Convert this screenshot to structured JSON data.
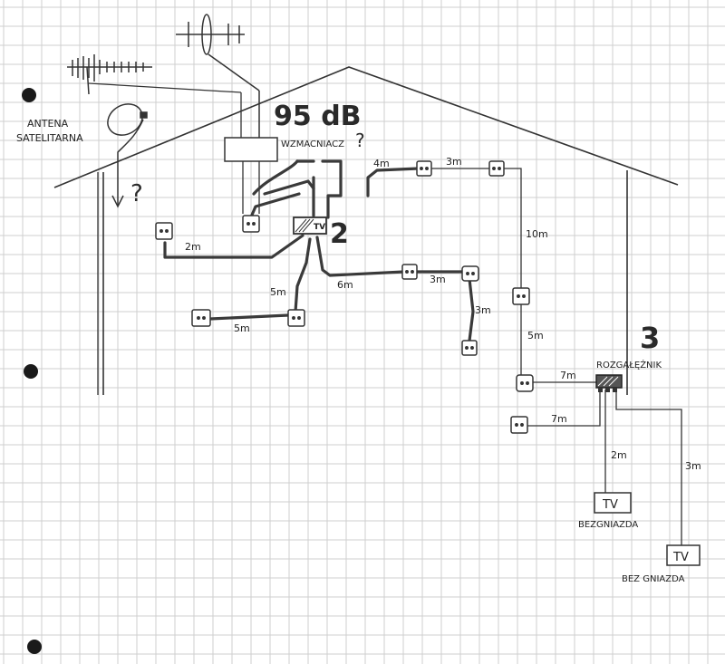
{
  "labels": {
    "antenna_line1": "ANTENA",
    "antenna_line2": "SATELITARNA",
    "question_mark": "?",
    "db_value": "95 dB",
    "amplifier": "WZMACNIACZ",
    "amplifier_question": "?",
    "splitter_number_2": "2",
    "splitter_tv": "TV",
    "number_3": "3",
    "splitter_3": "ROZGAŁĘŹNIK",
    "tv_label": "TV",
    "tv1_caption": "BEZGNIAZDA",
    "tv2_caption": "BEZ GNIAZDA"
  },
  "cable_lengths": {
    "c_4m": "4m",
    "c_3m_top": "3m",
    "c_10m": "10m",
    "c_2m_left": "2m",
    "c_6m": "6m",
    "c_3m_mid": "3m",
    "c_5m_down": "5m",
    "c_5m_left": "5m",
    "c_3m_right": "3m",
    "c_5m_right": "5m",
    "c_7m_upper": "7m",
    "c_7m_lower": "7m",
    "c_2m_tv": "2m",
    "c_3m_tv": "3m"
  },
  "colors": {
    "paper": "#ffffff",
    "grid": "#cfcfcf",
    "pencil": "#333333",
    "marker": "#3a3a3a",
    "hole": "#1a1a1a"
  }
}
